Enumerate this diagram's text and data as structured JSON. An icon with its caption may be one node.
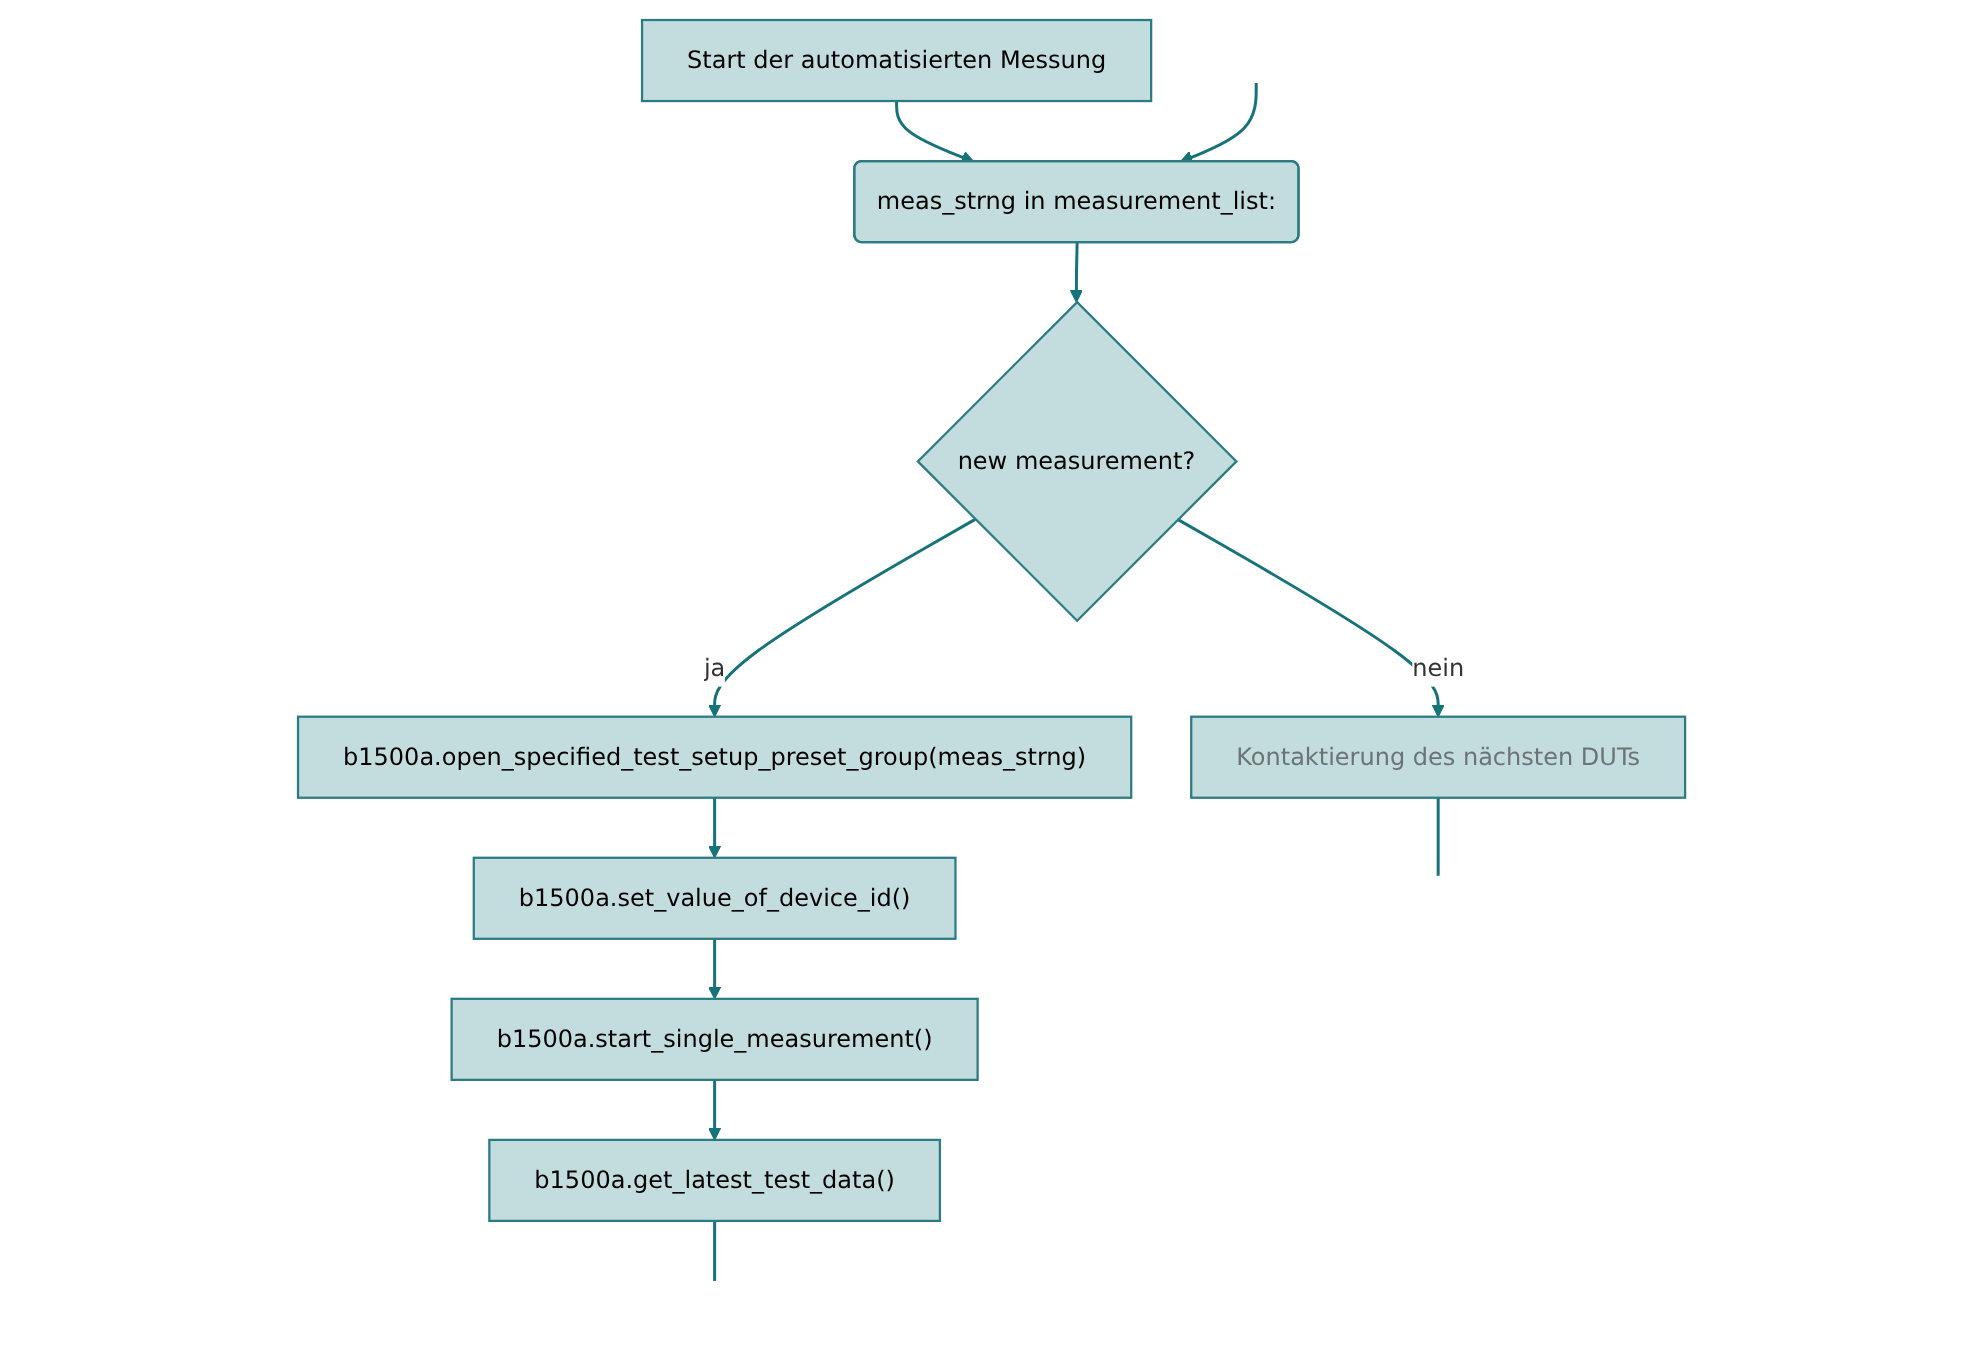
{
  "diagram": {
    "nodes": [
      {
        "text": [
          "Start der automatisierten Messung"
        ]
      },
      {
        "text": [
          "meas_strng in measurement_list:"
        ]
      },
      {
        "text": [
          "new measurement?"
        ]
      },
      {
        "text": [
          "b1500a.open_specified_test_setup_preset_group(meas_strng)"
        ]
      },
      {
        "text": [
          "b1500a.set_value_of_device_id()"
        ]
      },
      {
        "text": [
          "b1500a.start_single_measurement()"
        ]
      },
      {
        "text": [
          "b1500a.get_latest_test_data()"
        ]
      },
      {
        "text": [
          "Kontaktierung des nächsten DUTs"
        ]
      }
    ],
    "edges": [
      {
        "from": 0,
        "to": 1,
        "arrow": "to"
      },
      {
        "from": null,
        "to": 1,
        "arrow": "to"
      },
      {
        "from": 1,
        "to": 2,
        "arrow": "to"
      },
      {
        "from": 2,
        "to": 3,
        "arrow": "to",
        "label": "ja"
      },
      {
        "from": 2,
        "to": 7,
        "arrow": "to",
        "label": "nein"
      },
      {
        "from": 3,
        "to": 4,
        "arrow": "to"
      },
      {
        "from": 4,
        "to": 5,
        "arrow": "to"
      },
      {
        "from": 5,
        "to": 6,
        "arrow": "to"
      },
      {
        "from": 6,
        "to": null,
        "arrow": "none"
      },
      {
        "from": 7,
        "to": null,
        "arrow": "none"
      }
    ]
  }
}
